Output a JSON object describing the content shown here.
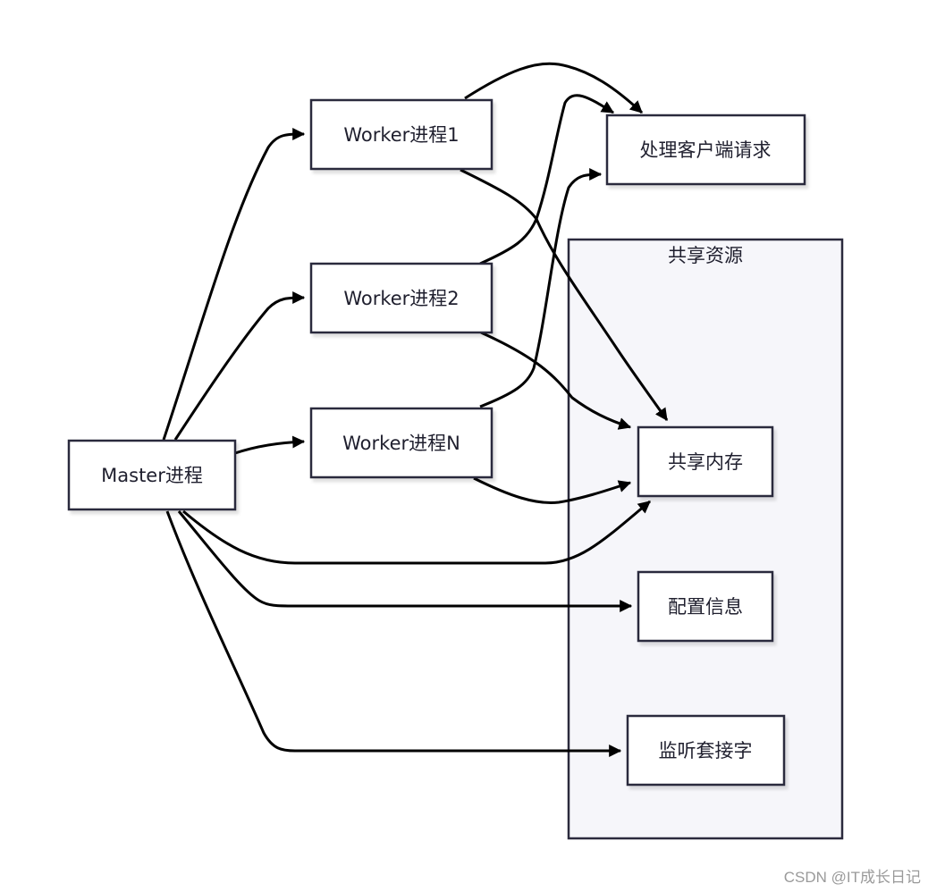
{
  "group": {
    "label": "共享资源"
  },
  "nodes": {
    "master": "Master进程",
    "worker1": "Worker进程1",
    "worker2": "Worker进程2",
    "workerN": "Worker进程N",
    "request": "处理客户端请求",
    "shm": "共享内存",
    "config": "配置信息",
    "socket": "监听套接字"
  },
  "watermark": "CSDN @IT成长日记",
  "colors": {
    "stroke": "#2b2a3d",
    "group_fill": "#f6f6fa",
    "node_fill": "#ffffff"
  }
}
